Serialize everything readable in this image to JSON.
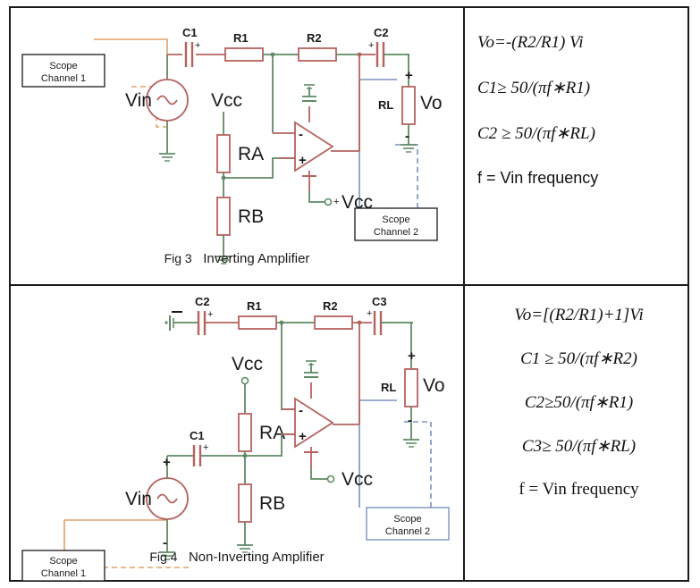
{
  "figures": [
    {
      "id": "fig3",
      "caption_number": "Fig 3",
      "caption_title": "Inverting Amplifier",
      "components": {
        "c_in": "C1",
        "r_in": "R1",
        "r_fb": "R2",
        "c_out": "C2",
        "r_load": "RL",
        "r_a": "RA",
        "r_b": "RB"
      },
      "labels": {
        "vin": "Vin",
        "vo": "Vo",
        "vcc_top": "Vcc",
        "vcc_opamp": "Vcc",
        "plus": "+",
        "minus": "-"
      },
      "scope1": {
        "line1": "Scope",
        "line2": "Channel 1"
      },
      "scope2": {
        "line1": "Scope",
        "line2": "Channel 2"
      }
    },
    {
      "id": "fig4",
      "caption_number": "Fig 4",
      "caption_title": "Non-Inverting Amplifier",
      "components": {
        "c_in": "C2",
        "r_in": "R1",
        "r_fb": "R2",
        "c_out": "C3",
        "c_src": "C1",
        "r_load": "RL",
        "r_a": "RA",
        "r_b": "RB"
      },
      "labels": {
        "vin": "Vin",
        "vo": "Vo",
        "vcc_top": "Vcc",
        "vcc_opamp": "Vcc",
        "plus": "+",
        "minus": "-"
      },
      "scope1": {
        "line1": "Scope",
        "line2": "Channel 1"
      },
      "scope2": {
        "line1": "Scope",
        "line2": "Channel 2"
      }
    }
  ],
  "equations_inverting": [
    "Vo=-(R2/R1) Vi",
    "C1≥ 50/(πf∗R1)",
    "C2 ≥ 50/(πf∗RL)",
    "f = Vin frequency"
  ],
  "equations_noninverting": [
    "Vo=[(R2/R1)+1]Vi",
    "C1 ≥ 50/(πf∗R2)",
    "C2≥50/(πf∗R1)",
    "C3≥ 50/(πf∗RL)",
    "f = Vin frequency"
  ],
  "colors": {
    "wire_green": "#5f8a64",
    "wire_red": "#b5635f",
    "wire_orange": "#e0a06a",
    "wire_blue": "#7b93bf",
    "border": "#1a1a1a",
    "text": "#1a1a1a"
  }
}
